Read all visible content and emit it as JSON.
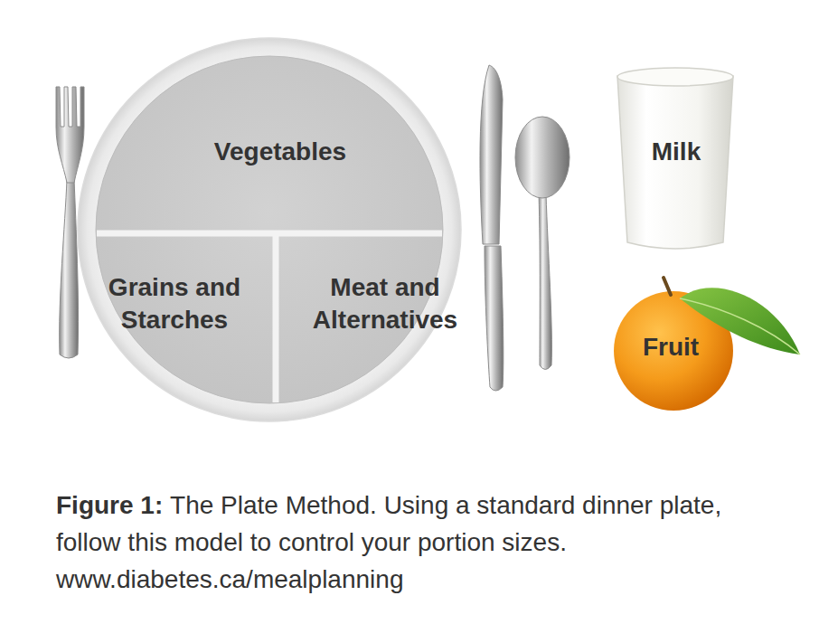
{
  "diagram": {
    "caption": "The Plate Method. Using a standard dinner plate, follow this model to control your portion sizes. www.diabetes.ca/mealplanning",
    "nodes": [
      {
        "text": [
          "Vegetables"
        ]
      },
      {
        "text": [
          "Milk"
        ]
      },
      {
        "text": [
          "Grains and Starches"
        ]
      },
      {
        "text": [
          "Meat and Alternatives"
        ]
      },
      {
        "text": [
          "Fruit"
        ]
      }
    ],
    "labels": [
      "Figure 1:"
    ]
  }
}
